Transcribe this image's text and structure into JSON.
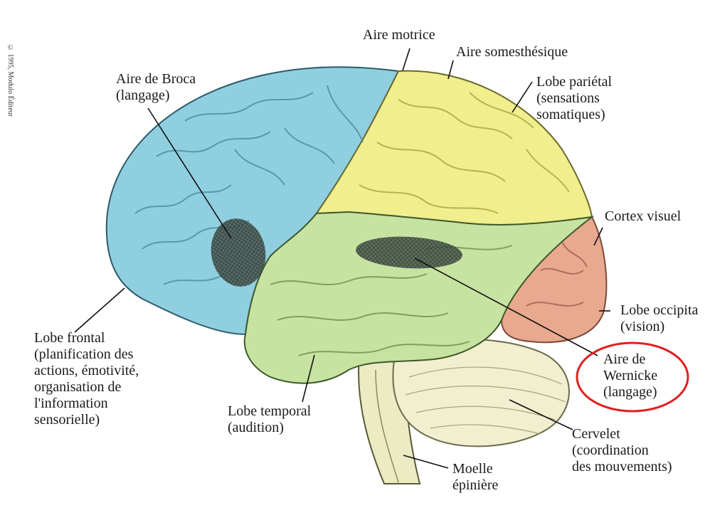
{
  "copyright": "© 1995, Modulo Éditeur",
  "labels": {
    "aire_motrice": "Aire motrice",
    "aire_somesthesique": "Aire somesthésique",
    "lobe_parietal": [
      "Lobe pariétal",
      "(sensations",
      "somatiques)"
    ],
    "aire_broca": [
      "Aire de Broca",
      "(langage)"
    ],
    "cortex_visuel": "Cortex visuel",
    "lobe_occipital": [
      "Lobe occipita",
      "(vision)"
    ],
    "aire_wernicke": [
      "Aire de",
      "Wernicke",
      "(langage)"
    ],
    "lobe_frontal": [
      "Lobe frontal",
      "(planification des",
      "actions, émotivité,",
      "organisation de",
      "l'information",
      "sensorielle)"
    ],
    "lobe_temporal": [
      "Lobe temporal",
      "(audition)"
    ],
    "cervelet": [
      "Cervelet",
      "(coordination",
      "des mouvements)"
    ],
    "moelle": [
      "Moelle",
      "épinière"
    ]
  },
  "colors": {
    "frontal": "#8fcfe0",
    "parietal": "#f1ee8e",
    "temporal": "#c7e3a2",
    "occipital": "#e8a98e",
    "cerebellum": "#f1efcf",
    "brainstem": "#ecebc4",
    "highlight": "#e02020"
  }
}
